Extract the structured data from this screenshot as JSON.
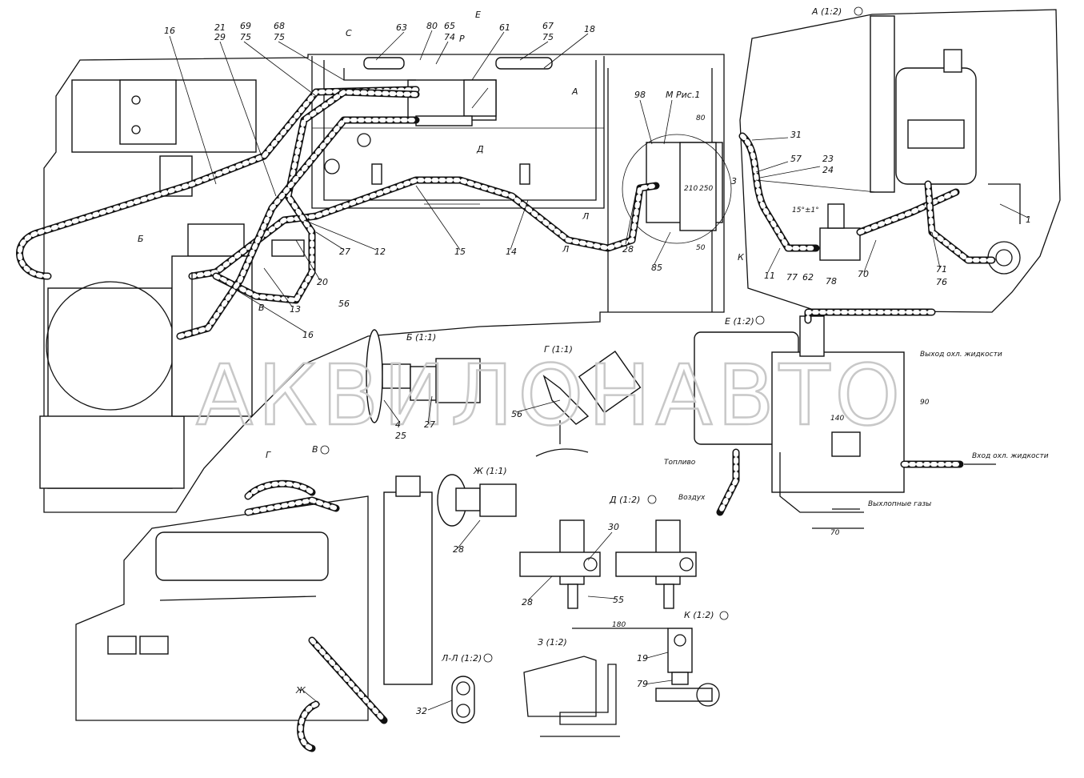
{
  "watermark": "АКВИЛОНАВТО",
  "views": {
    "A": "А (1:2)",
    "B": "Б (1:1)",
    "G": "Г (1:1)",
    "V": "В",
    "E": "Е (1:2)",
    "Zh": "Ж (1:1)",
    "D": "Д (1:2)",
    "K": "К (1:2)",
    "LL": "Л-Л (1:2)",
    "Z": "З (1:2)",
    "M": "М Рис.1"
  },
  "flow_labels": {
    "coolant_out": "Выход охл. жидкости",
    "coolant_in": "Вход охл. жидкости",
    "fuel": "Топливо",
    "air": "Воздух",
    "exhaust": "Выхлопные газы"
  },
  "dimensions": {
    "d80": "80",
    "d50": "50",
    "d210": "210",
    "d250": "250",
    "d90": "90",
    "d140": "140",
    "d70": "70",
    "d180": "180",
    "angle": "15°±1°"
  },
  "callouts": {
    "c16a": "16",
    "c21": "21",
    "c29": "29",
    "c69": "69",
    "c75a": "75",
    "c68": "68",
    "c75b": "75",
    "cC": "С",
    "c63": "63",
    "c80": "80",
    "c65": "65",
    "c74": "74",
    "cE": "Е",
    "cR": "Р",
    "c61": "61",
    "c67": "67",
    "c75c": "75",
    "c18": "18",
    "cA": "А",
    "cD": "Д",
    "cB": "Б",
    "c27": "27",
    "c12": "12",
    "c15": "15",
    "c14": "14",
    "cL1": "Л",
    "cL2": "Л",
    "c28a": "28",
    "c20": "20",
    "c13": "13",
    "c56a": "56",
    "c16b": "16",
    "cV": "В",
    "c98": "98",
    "c85": "85",
    "c3": "3",
    "c31": "31",
    "c57": "57",
    "c23": "23",
    "c24": "24",
    "cK": "К",
    "c11": "11",
    "c77": "77",
    "c62": "62",
    "c78": "78",
    "c70": "70",
    "c71": "71",
    "c76": "76",
    "c1": "1",
    "c4": "4",
    "c25": "25",
    "c27b": "27",
    "c56b": "56",
    "cG": "Г",
    "c28b": "28",
    "cZh": "Ж",
    "c30": "30",
    "c28c": "28",
    "c55": "55",
    "c19": "19",
    "c79": "79",
    "c32": "32"
  }
}
